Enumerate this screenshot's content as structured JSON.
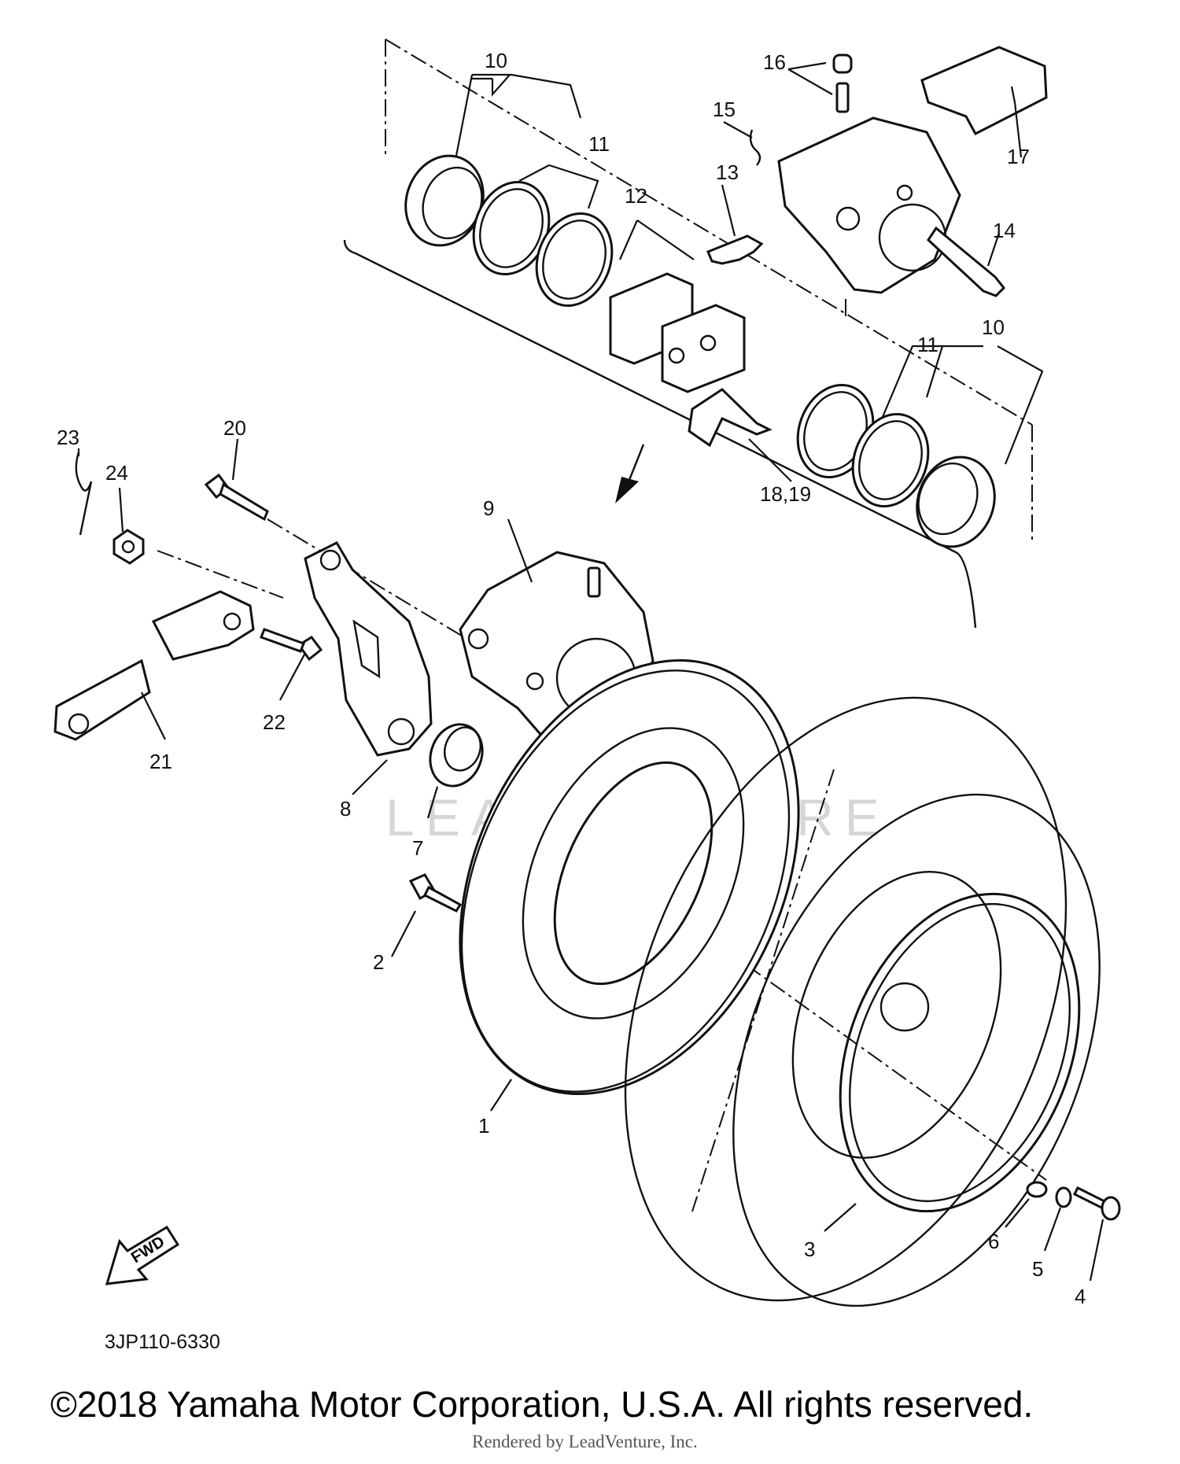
{
  "diagram": {
    "drawing_code": "3JP110-6330",
    "copyright": "©2018 Yamaha Motor Corporation, U.S.A. All rights reserved.",
    "rendered_by": "Rendered by LeadVenture, Inc.",
    "watermark": "LEADVENTURE",
    "fwd_label": "FWD",
    "callouts": {
      "c1": "1",
      "c2": "2",
      "c3": "3",
      "c4": "4",
      "c5": "5",
      "c6": "6",
      "c7": "7",
      "c8": "8",
      "c9": "9",
      "c10a": "10",
      "c10b": "10",
      "c11a": "11",
      "c11b": "11",
      "c12": "12",
      "c13": "13",
      "c14": "14",
      "c15": "15",
      "c16": "16",
      "c17": "17",
      "c18": "18,19",
      "c20": "20",
      "c21": "21",
      "c22": "22",
      "c23": "23",
      "c24": "24"
    }
  }
}
